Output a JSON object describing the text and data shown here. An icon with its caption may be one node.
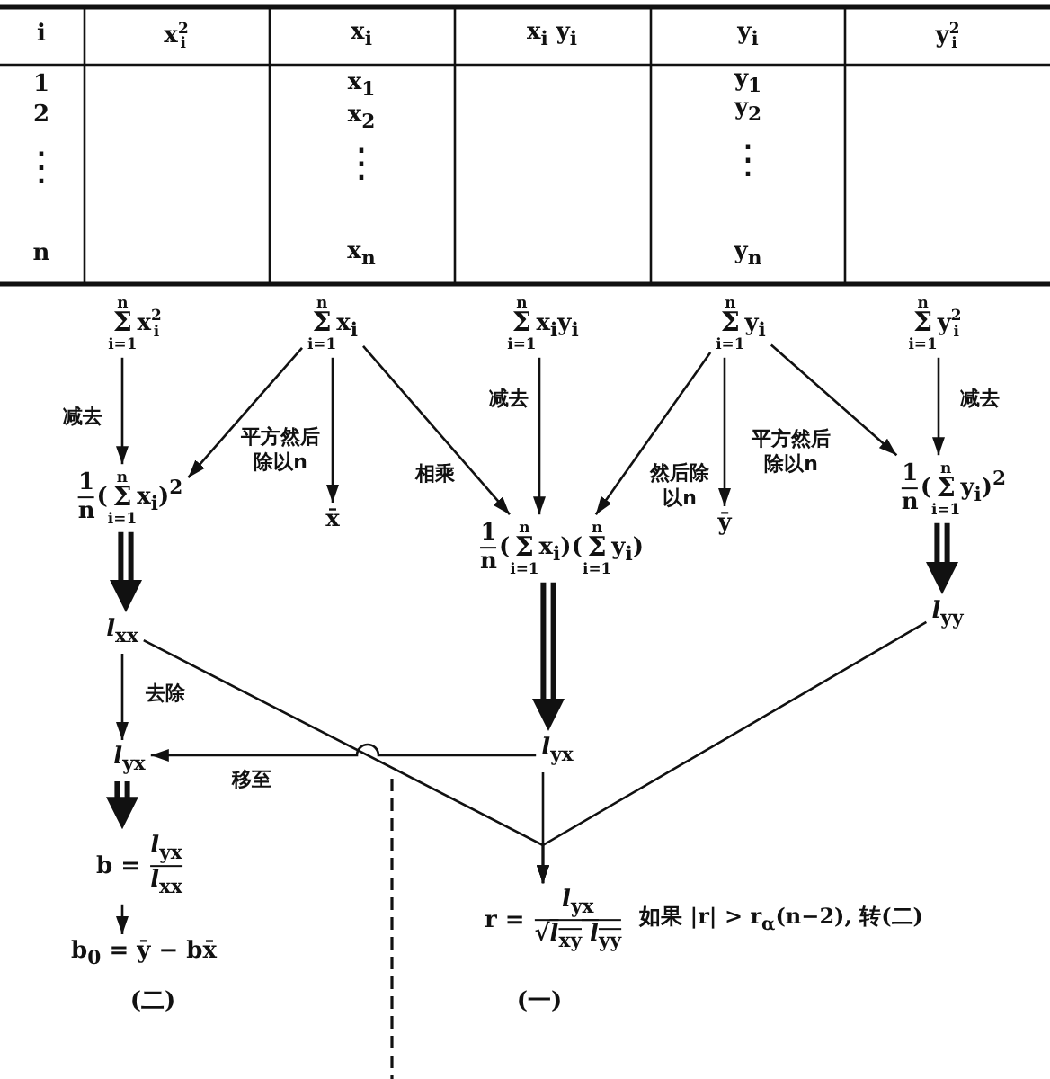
{
  "diagram": {
    "nodes": [
      {
        "text": [
          "Σ$^{n}$$_{i=1}$x$_{i}$$^{2}$"
        ]
      },
      {
        "text": [
          "Σ$^{n}$$_{i=1}$x$_{i}$"
        ]
      },
      {
        "text": [
          "Σ$^{n}$$_{i=1}$x$_{i}$y$_{i}$"
        ]
      },
      {
        "text": [
          "Σ$^{n}$$_{i=1}$y$_{i}$"
        ]
      },
      {
        "text": [
          "Σ$^{n}$$_{i=1}$y$_{i}$$^{2}$"
        ]
      },
      {
        "text": [
          "1/n(Σ$^{n}$$_{i=1}$x$_{i}$)$^{2}$"
        ]
      },
      {
        "text": [
          "x̄"
        ]
      },
      {
        "text": [
          "1/n(Σ$^{n}$$_{i=1}$x$_{i}$)(Σ$^{n}$$_{i=1}$y$_{i}$)"
        ]
      },
      {
        "text": [
          "ȳ"
        ]
      },
      {
        "text": [
          "1/n(Σ$^{n}$$_{i=1}$y$_{i}$)$^{2}$"
        ]
      },
      {
        "text": [
          "*l*$_{xx}$"
        ]
      },
      {
        "text": [
          "*l*$_{yx}$"
        ]
      },
      {
        "text": [
          "*l*$_{yy}$"
        ]
      },
      {
        "text": [
          "*l*$_{yx}$"
        ]
      },
      {
        "text": [
          "b = *l*$_{yx}$/*l*$_{xx}$"
        ]
      },
      {
        "text": [
          "b$_{0}$ = ȳ − bx̄"
        ]
      },
      {
        "text": [
          "r = *l*$_{yx}$/√*l*$_{xy}$ *l*$_{yy}$"
        ],
        "beside": [
          "如果 |r| > r$_{α}$(n−2), 转(二)"
        ]
      }
    ],
    "edges": [
      {
        "from": 0,
        "to": 5,
        "arrow": "to",
        "label": "减去"
      },
      {
        "from": 1,
        "to": 5,
        "arrow": "to",
        "label": "平方然后除以n"
      },
      {
        "from": 1,
        "to": 6,
        "arrow": "to"
      },
      {
        "from": 1,
        "to": 7,
        "arrow": "to",
        "label": "相乘"
      },
      {
        "from": 2,
        "to": 7,
        "arrow": "to",
        "label": "减去"
      },
      {
        "from": 3,
        "to": 7,
        "arrow": "to",
        "label": "然后除以n"
      },
      {
        "from": 3,
        "to": 8,
        "arrow": "to"
      },
      {
        "from": 3,
        "to": 9,
        "arrow": "to",
        "label": "平方然后除以n"
      },
      {
        "from": 4,
        "to": 9,
        "arrow": "to",
        "label": "减去"
      },
      {
        "from": 5,
        "to": 10,
        "arrow": "to",
        "style": "thick"
      },
      {
        "from": 7,
        "to": 11,
        "arrow": "to",
        "style": "thick"
      },
      {
        "from": 9,
        "to": 12,
        "arrow": "to",
        "style": "thick"
      },
      {
        "from": 10,
        "to": 13,
        "arrow": "to",
        "label": "去除"
      },
      {
        "from": 11,
        "to": 13,
        "arrow": "to",
        "label": "移至"
      },
      {
        "from": 10,
        "to": 16,
        "arrow": "to"
      },
      {
        "from": 11,
        "to": 16,
        "arrow": "to"
      },
      {
        "from": 12,
        "to": 16,
        "arrow": "to"
      },
      {
        "from": 13,
        "to": 14,
        "arrow": "to",
        "style": "thick"
      },
      {
        "from": 14,
        "to": 15,
        "arrow": "to"
      }
    ],
    "labels": [
      "i",
      "x$_{i}$$^{2}$",
      "x$_{i}$",
      "x$_{i}$ y$_{i}$",
      "y$_{i}$",
      "y$_{i}$$^{2}$",
      "1",
      "x$_{1}$",
      "y$_{1}$",
      "2",
      "x$_{2}$",
      "y$_{2}$",
      "⋮",
      "⋮",
      "⋮",
      "n",
      "x$_{n}$",
      "y$_{n}$",
      "(二)",
      "(一)"
    ]
  }
}
